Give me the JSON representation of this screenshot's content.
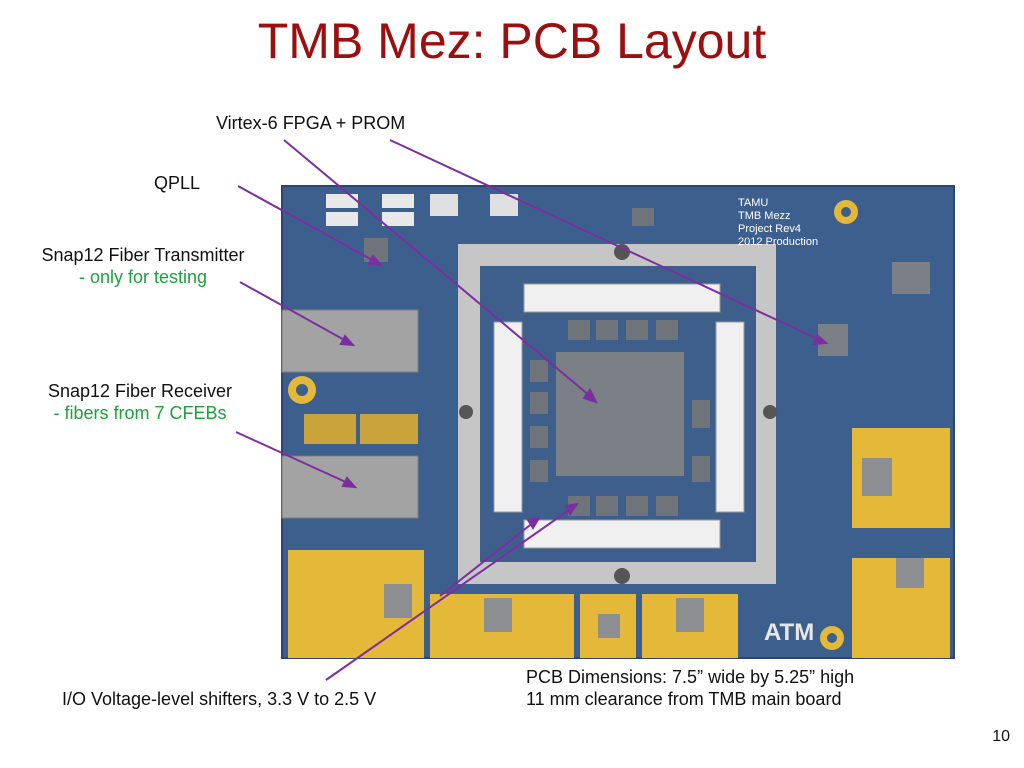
{
  "slide": {
    "title": "TMB Mez: PCB Layout",
    "number": "10"
  },
  "callouts": {
    "fpga": "Virtex-6 FPGA + PROM",
    "qpll": "QPLL",
    "tx_main": "Snap12 Fiber Transmitter",
    "tx_sub": "- only for testing",
    "rx_main": "Snap12 Fiber Receiver",
    "rx_sub": "- fibers from 7 CFEBs",
    "io": "I/O Voltage-level shifters, 3.3 V to 2.5 V",
    "dims_line1": "PCB Dimensions:  7.5” wide by 5.25” high",
    "dims_line2": "11 mm clearance from TMB main board"
  },
  "board": {
    "silkscreen": [
      "TAMU",
      "TMB Mezz",
      "Project Rev4",
      "2012 Production"
    ],
    "colors": {
      "board": "#3d5f8e",
      "gold": "#e4b93a",
      "frame": "#c8c8c8",
      "chip": "#7b7f86",
      "arrow": "#7a2fa0"
    }
  }
}
